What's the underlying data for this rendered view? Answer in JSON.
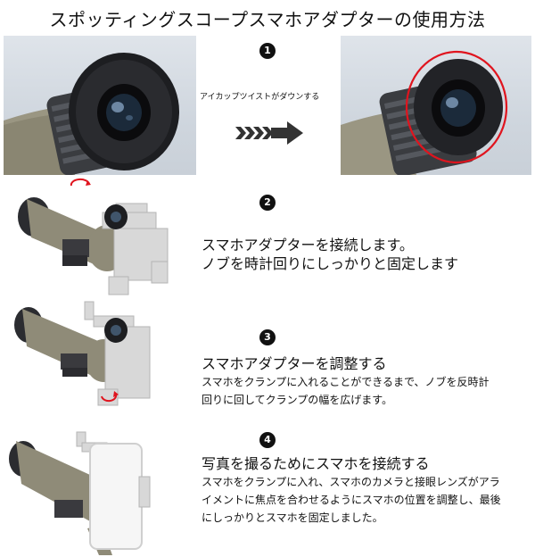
{
  "title": "スポッティングスコープスマホアダプターの使用方法",
  "step1": {
    "num": "1",
    "caption": "アイカップツイストがダウンする"
  },
  "step2": {
    "num": "2",
    "lines": [
      "スマホアダプターを接続します。",
      "ノブを時計回りにしっかりと固定します"
    ]
  },
  "step3": {
    "num": "3",
    "heading": "スマホアダプターを調整する",
    "body": [
      "スマホをクランプに入れることができるまで、ノブを反時計",
      "回りに回してクランプの幅を広げます。"
    ]
  },
  "step4": {
    "num": "4",
    "heading": "写真を撮るためにスマホを接続する",
    "body": [
      "スマホをクランプに入れ、スマホのカメラと接眼レンズがアラ",
      "イメントに焦点を合わせるようにスマホの位置を調整し、最後",
      "にしっかりとスマホを固定しました。"
    ]
  },
  "colors": {
    "highlight": "#e0141e",
    "arrow": "#333333",
    "body": "#8f8b78"
  }
}
